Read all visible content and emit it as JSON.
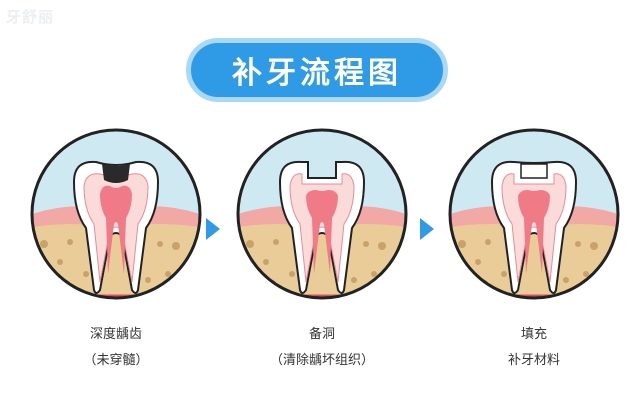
{
  "watermark": "牙舒丽",
  "title": "补牙流程图",
  "steps": [
    {
      "line1": "深度龋齿",
      "line2": "（未穿髓）"
    },
    {
      "line1": "备洞",
      "line2": "（清除龋坏组织）"
    },
    {
      "line1": "填充",
      "line2": "补牙材料"
    }
  ],
  "colors": {
    "title_bg": "#2f9be6",
    "title_border": "#a9d9f7",
    "arrow": "#2f9be6",
    "circle_border": "#222222",
    "sky": "#cfe9f3",
    "gum": "#f2a8a4",
    "bone": "#e9cc97",
    "enamel": "#ffffff",
    "dentin": "#fbdada",
    "pulp": "#f07a86",
    "decay": "#2a2a2a",
    "filling": "#ffffff"
  }
}
